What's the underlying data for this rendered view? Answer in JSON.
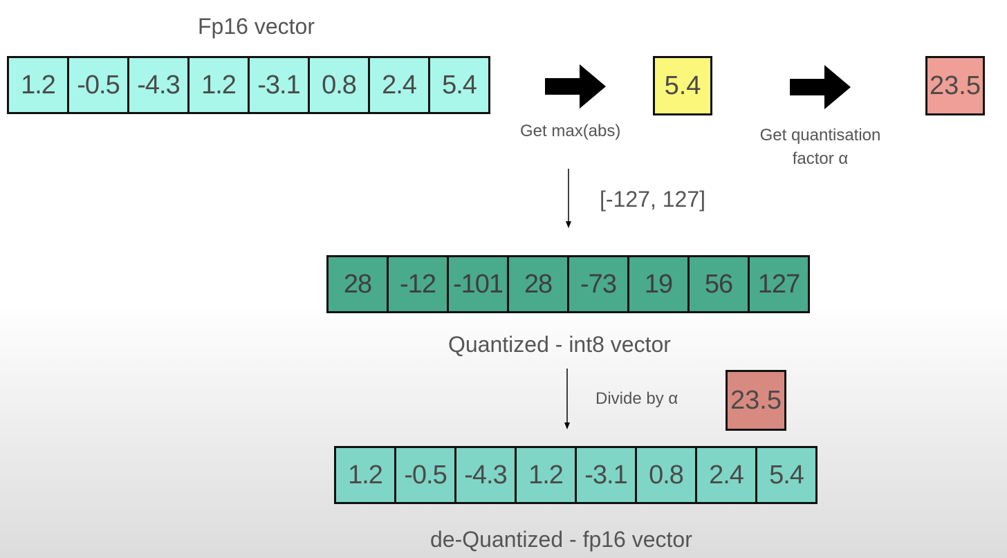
{
  "fp16": {
    "title": "Fp16 vector",
    "values": [
      "1.2",
      "-0.5",
      "-4.3",
      "1.2",
      "-3.1",
      "0.8",
      "2.4",
      "5.4"
    ]
  },
  "max_step": {
    "label": "Get max(abs)",
    "value": "5.4",
    "color": "#fbf77a"
  },
  "alpha_step": {
    "label_line1": "Get quantisation",
    "label_line2": "factor α",
    "value": "23.5",
    "color": "#ef9f95"
  },
  "range_label": "[-127, 127]",
  "int8": {
    "title": "Quantized - int8 vector",
    "values": [
      "28",
      "-12",
      "-101",
      "28",
      "-73",
      "19",
      "56",
      "127"
    ]
  },
  "divide_step": {
    "label": "Divide by α",
    "value": "23.5",
    "color": "#d98a80"
  },
  "dequant": {
    "title": "de-Quantized - fp16 vector",
    "values": [
      "1.2",
      "-0.5",
      "-4.3",
      "1.2",
      "-3.1",
      "0.8",
      "2.4",
      "5.4"
    ]
  }
}
